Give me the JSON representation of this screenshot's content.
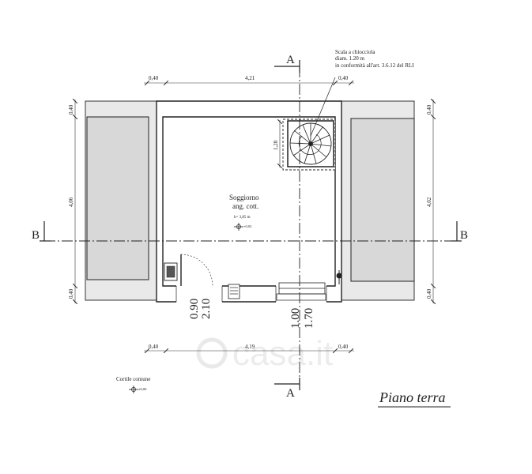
{
  "section_labels": {
    "a_top": "A",
    "a_bottom": "A",
    "b_left": "B",
    "b_right": "B"
  },
  "stair_note": {
    "line1": "Scala a chiocciola",
    "line2": "diam. 1.20 m",
    "line3": "in conformità all'art. 3.6.12 del RLI"
  },
  "dims_top": {
    "left": "0,40",
    "mid": "4,21",
    "right": "0,40"
  },
  "dims_bottom": {
    "left": "0,40",
    "mid": "4,19",
    "right": "0,40"
  },
  "dims_left": {
    "top": "0,40",
    "mid": "4,06",
    "bottom": "0,40"
  },
  "dims_right": {
    "top": "0,40",
    "mid": "4,02",
    "bottom": "0,40"
  },
  "stair_dim": "1,20",
  "room": {
    "name": "Soggiorno",
    "sub": "ang. cott.",
    "height": "h= 3,85 m",
    "level": "+0,02"
  },
  "door_left": {
    "width": "0.90",
    "height": "2.10"
  },
  "door_right": {
    "width": "1.00",
    "height": "1.70"
  },
  "courtyard": {
    "name": "Cortile comune",
    "level": "±0,00"
  },
  "title": "Piano terra",
  "watermark": "casa.it"
}
